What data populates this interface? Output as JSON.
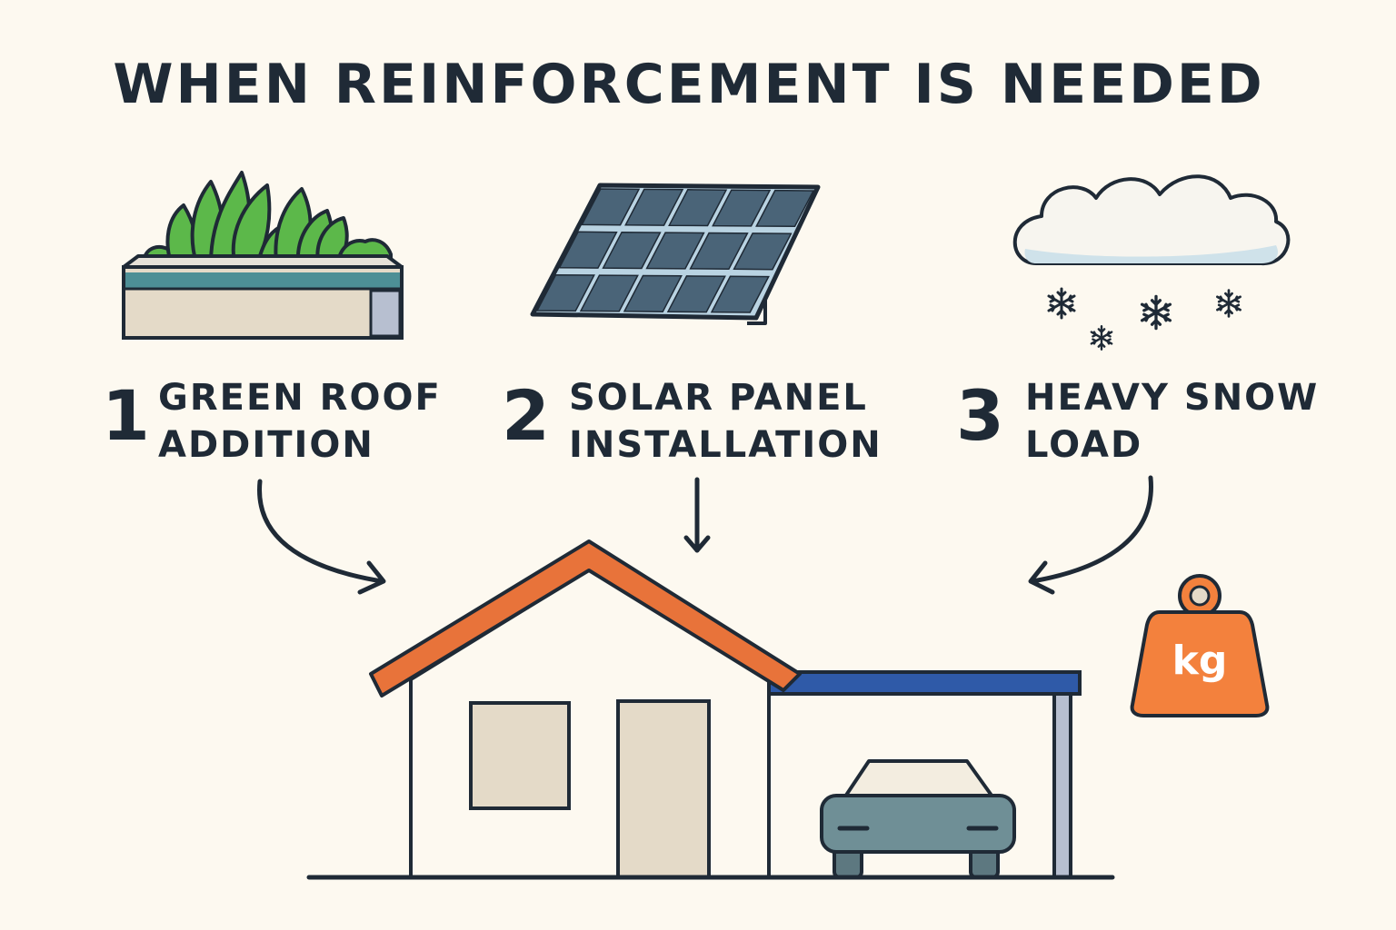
{
  "title": "WHEN REINFORCEMENT IS NEEDED",
  "steps": [
    {
      "number": "1",
      "line1": "GREEN ROOF",
      "line2": "ADDITION",
      "icon": "green-roof-icon"
    },
    {
      "number": "2",
      "line1": "SOLAR PANEL",
      "line2": "INSTALLATION",
      "icon": "solar-panel-icon"
    },
    {
      "number": "3",
      "line1": "HEAVY SNOW",
      "line2": "LOAD",
      "icon": "snow-cloud-icon"
    }
  ],
  "weight": {
    "label": "kg"
  },
  "colors": {
    "background": "#fdf9f0",
    "text": "#1f2a36",
    "roof": "#e8733a",
    "plant": "#5cb84a",
    "solar": "#4a6478",
    "carport_roof": "#2f5aa8",
    "car": "#6f8f96",
    "weight": "#f3813d"
  }
}
